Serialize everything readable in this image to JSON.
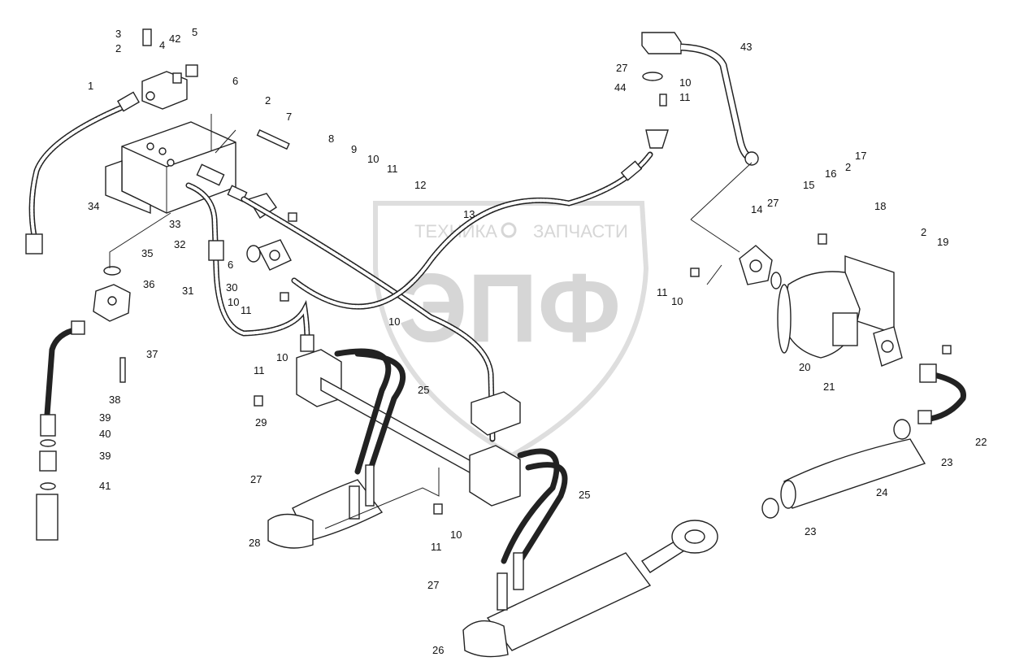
{
  "watermark": {
    "line1": "ТЕХНИКА",
    "line2": "ЗАПЧАСТИ",
    "logo": "ЭПФ"
  },
  "callouts": [
    "1",
    "2",
    "3",
    "4",
    "42",
    "5",
    "6",
    "7",
    "8",
    "9",
    "10",
    "11",
    "12",
    "13",
    "14",
    "15",
    "16",
    "17",
    "18",
    "19",
    "20",
    "21",
    "22",
    "23",
    "24",
    "25",
    "26",
    "27",
    "28",
    "29",
    "30",
    "31",
    "32",
    "33",
    "34",
    "35",
    "36",
    "37",
    "38",
    "39",
    "40",
    "41",
    "43",
    "44"
  ]
}
